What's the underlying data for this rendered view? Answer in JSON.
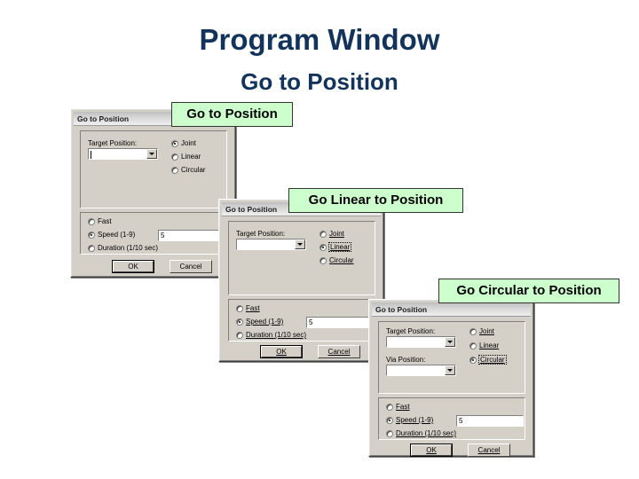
{
  "slide": {
    "title": "Program Window",
    "subtitle": "Go to Position"
  },
  "callouts": [
    {
      "label": "Go to Position"
    },
    {
      "label": "Go Linear to Position"
    },
    {
      "label": "Go Circular to Position"
    }
  ],
  "common": {
    "title_bar": "Go to Position",
    "target_position_label": "Target Position:",
    "via_position_label": "Via Position:",
    "target_position_value": "",
    "via_position_value": "",
    "motion_options": [
      "Joint",
      "Linear",
      "Circular"
    ],
    "speed_options": [
      "Fast",
      "Speed (1-9)",
      "Duration (1/10 sec)"
    ],
    "speed_value": "5",
    "ok_label": "OK",
    "cancel_label": "Cancel"
  },
  "dialogs": [
    {
      "name": "go-to-position",
      "title": "Go to Position",
      "target_label": "Target Position:",
      "target_value": "",
      "motion": {
        "joint": "Joint",
        "linear": "Linear",
        "circular": "Circular"
      },
      "motion_selected": "Joint",
      "speed": {
        "fast": "Fast",
        "speed": "Speed (1-9)",
        "duration": "Duration (1/10 sec)"
      },
      "speed_selected": "Speed (1-9)",
      "speed_value": "5",
      "ok": "OK",
      "cancel": "Cancel"
    },
    {
      "name": "go-linear-to-position",
      "title": "Go to Position",
      "target_label": "Target Position:",
      "target_value": "",
      "motion": {
        "joint": "Joint",
        "linear": "Linear",
        "circular": "Circular"
      },
      "motion_selected": "Linear",
      "speed": {
        "fast": "Fast",
        "speed": "Speed (1-9)",
        "duration": "Duration (1/10 sec)"
      },
      "speed_selected": "Speed (1-9)",
      "speed_value": "5",
      "ok": "OK",
      "cancel": "Cancel"
    },
    {
      "name": "go-circular-to-position",
      "title": "Go to Position",
      "target_label": "Target Position:",
      "target_value": "",
      "via_label": "Via Position:",
      "via_value": "",
      "motion": {
        "joint": "Joint",
        "linear": "Linear",
        "circular": "Circular"
      },
      "motion_selected": "Circular",
      "speed": {
        "fast": "Fast",
        "speed": "Speed (1-9)",
        "duration": "Duration (1/10 sec)"
      },
      "speed_selected": "Speed (1-9)",
      "speed_value": "5",
      "ok": "OK",
      "cancel": "Cancel"
    }
  ],
  "colors": {
    "heading": "#11335c",
    "callout_bg": "#ccffcc",
    "dialog_face": "#d4d0c8"
  }
}
